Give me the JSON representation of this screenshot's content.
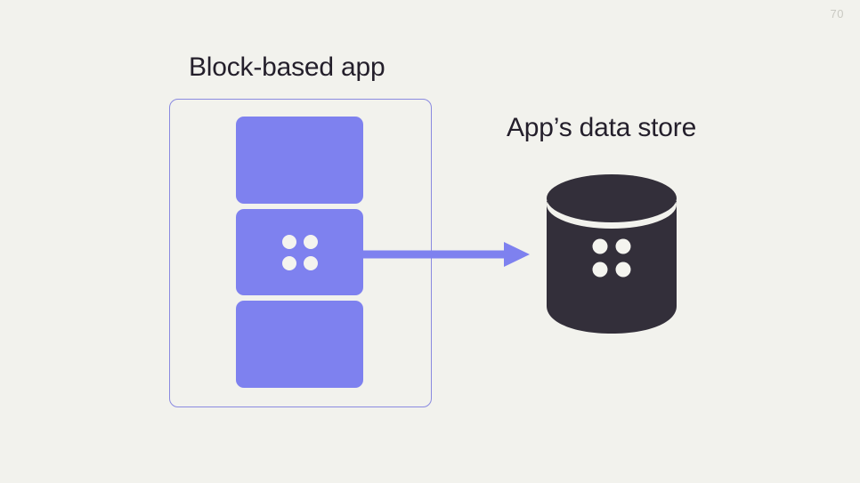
{
  "slide": {
    "page_number": "70",
    "background_color": "#f2f2ed",
    "accent_color": "#7e81ef",
    "border_color": "#8a8ae0",
    "ink_color": "#241f2b",
    "dot_color": "#f4f4ef",
    "cylinder_color": "#332f3a",
    "page_number_color": "#c9c9c2"
  },
  "app": {
    "title": "Block-based app",
    "blocks": [
      {
        "name": "block-top",
        "has_dots": false
      },
      {
        "name": "block-middle",
        "has_dots": true
      },
      {
        "name": "block-bottom",
        "has_dots": false
      }
    ],
    "dot_count": 4
  },
  "data_store": {
    "title": "App’s data store",
    "icon": "database-cylinder-icon",
    "dot_count": 4
  },
  "arrow": {
    "name": "flow-arrow-right",
    "direction": "right",
    "from": "block-middle",
    "to": "data-store"
  }
}
